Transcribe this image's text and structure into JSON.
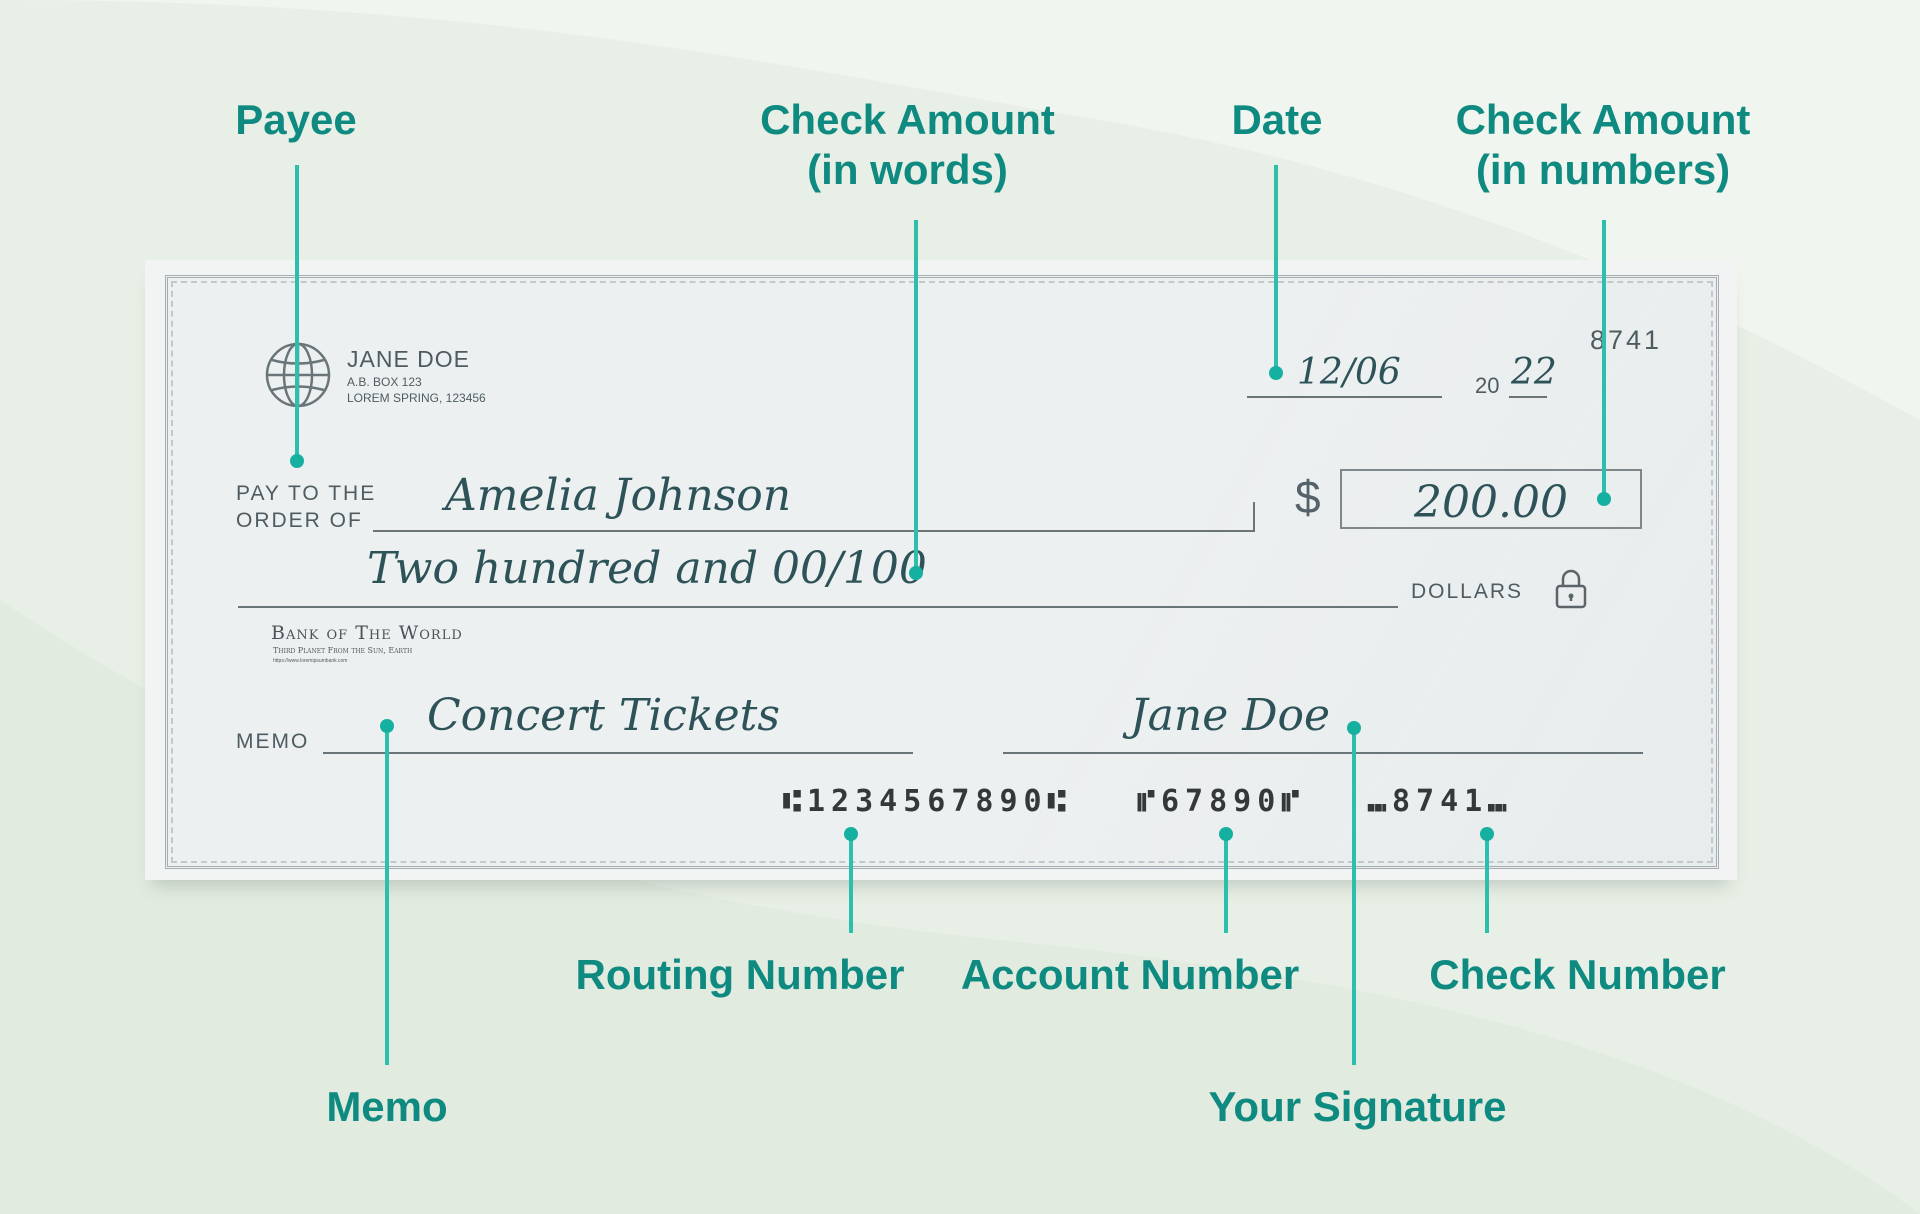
{
  "labels": {
    "payee": "Payee",
    "amount_words": [
      "Check Amount",
      "(in words)"
    ],
    "date": "Date",
    "amount_numbers": [
      "Check Amount",
      "(in numbers)"
    ],
    "routing": "Routing Number",
    "account": "Account Number",
    "check_number": "Check Number",
    "memo": "Memo",
    "signature": "Your Signature"
  },
  "check": {
    "owner_name": "JANE DOE",
    "owner_address_1": "A.B. BOX 123",
    "owner_address_2": "LOREM SPRING, 123456",
    "number": "8741",
    "date_value": "12/06",
    "year_prefix": "20",
    "year_value": "22",
    "pay_to_line1": "PAY TO THE",
    "pay_to_line2": "ORDER OF",
    "payee_value": "Amelia Johnson",
    "dollar_sign": "$",
    "amount_value": "200.00",
    "amount_words_value": "Two hundred and 00/100",
    "dollars_label": "DOLLARS",
    "bank_name": "Bank of The World",
    "bank_tagline": "Third Planet From the Sun, Earth",
    "bank_url": "https://www.loremipsumbank.com",
    "memo_label": "MEMO",
    "memo_value": "Concert Tickets",
    "signature_value": "Jane Doe",
    "routing_micr": "⑆1234567890⑆",
    "account_micr": "⑈67890⑈",
    "check_micr": "⑉8741⑉"
  },
  "colors": {
    "label": "#0f8a80",
    "pointer": "#2dbfae",
    "background": "#e8efe6",
    "check": "#edf0f0",
    "handwriting": "#2d5358"
  },
  "icons": [
    "globe-icon",
    "lock-icon"
  ]
}
